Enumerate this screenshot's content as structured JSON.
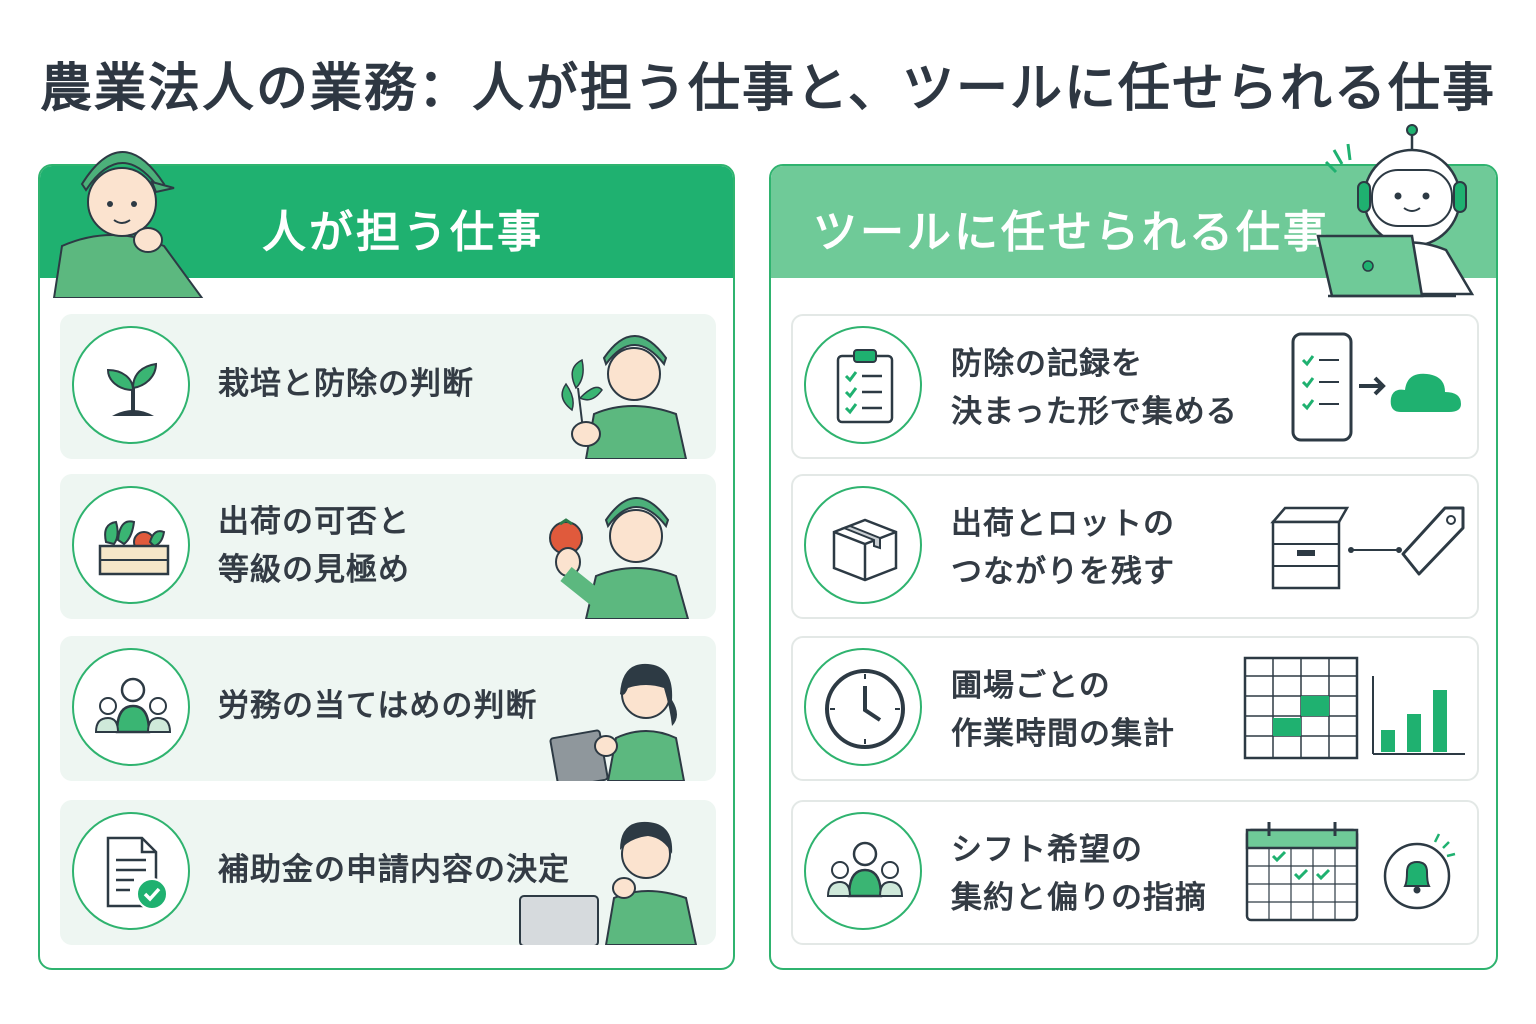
{
  "title": "農業法人の業務：人が担う仕事と、ツールに任せられる仕事",
  "colors": {
    "accent": "#1fb170",
    "accent_light": "#6fca98",
    "card_bg": "#eef6f2",
    "text": "#2e3742"
  },
  "human": {
    "heading": "人が担う仕事",
    "items": [
      {
        "lines": [
          "栽培と防除の判断"
        ],
        "icon": "seedling-icon"
      },
      {
        "lines": [
          "出荷の可否と",
          "等級の見極め"
        ],
        "icon": "vegetable-crate-icon"
      },
      {
        "lines": [
          "労務の当てはめの判断"
        ],
        "icon": "people-group-icon"
      },
      {
        "lines": [
          "補助金の申請内容の決定"
        ],
        "icon": "document-check-icon"
      }
    ]
  },
  "tool": {
    "heading": "ツールに任せられる仕事",
    "items": [
      {
        "lines": [
          "防除の記録を",
          "決まった形で集める"
        ],
        "icon": "clipboard-checklist-icon"
      },
      {
        "lines": [
          "出荷とロットの",
          "つながりを残す"
        ],
        "icon": "cardboard-box-icon"
      },
      {
        "lines": [
          "圃場ごとの",
          "作業時間の集計"
        ],
        "icon": "clock-icon"
      },
      {
        "lines": [
          "シフト希望の",
          "集約と偏りの指摘"
        ],
        "icon": "people-group-icon"
      }
    ]
  }
}
